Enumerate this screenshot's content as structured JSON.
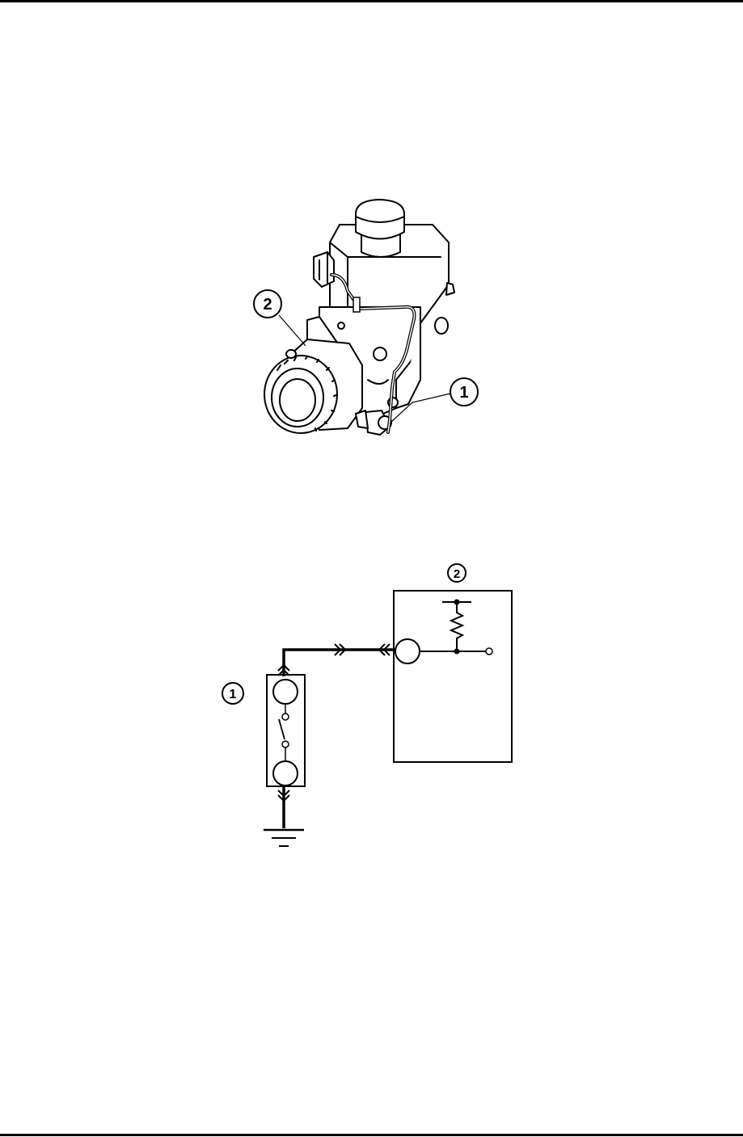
{
  "page": {
    "background": "#ffffff",
    "line_color": "#000000"
  },
  "illustration": {
    "component": "master-cylinder-with-reservoir",
    "callouts": [
      {
        "id": "1",
        "label": "1"
      },
      {
        "id": "2",
        "label": "2"
      }
    ]
  },
  "schematic": {
    "callouts": [
      {
        "id": "1",
        "label": "1"
      },
      {
        "id": "2",
        "label": "2"
      }
    ]
  }
}
